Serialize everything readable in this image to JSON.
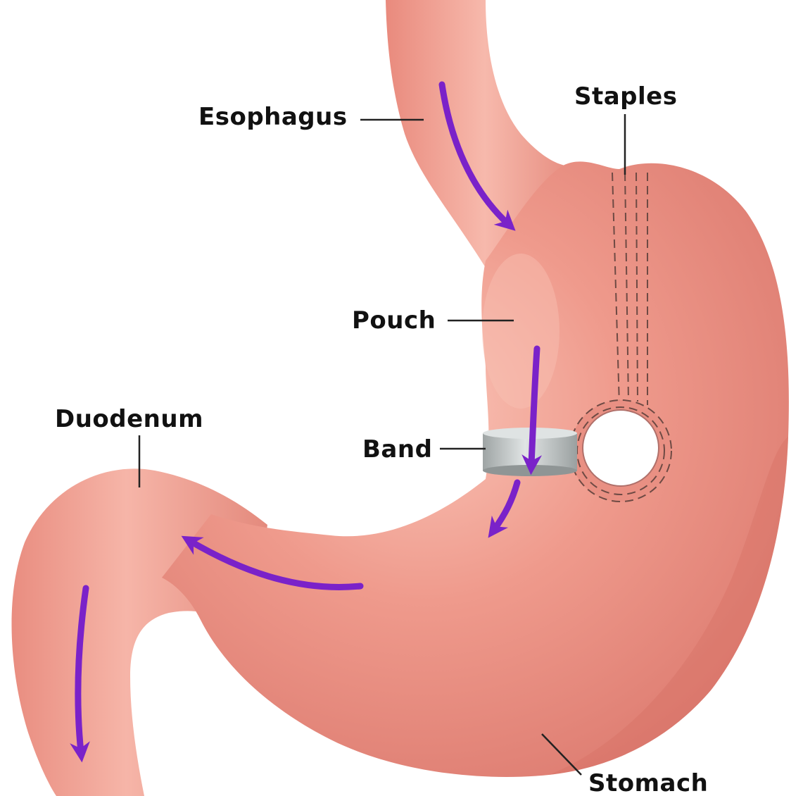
{
  "labels": {
    "esophagus": "Esophagus",
    "staples": "Staples",
    "pouch": "Pouch",
    "duodenum": "Duodenum",
    "band": "Band",
    "stomach": "Stomach"
  },
  "colors": {
    "tissue": "#ec8f82",
    "tissue_light": "#f6b7aa",
    "tissue_dark": "#d9736a",
    "arrow": "#7a22c9",
    "band": "#c4c9c9",
    "staple_line": "#6e4a44",
    "leader_line": "#222222"
  },
  "icons": {
    "flow_arrow": "purple-flow-arrow",
    "band": "gastric-band",
    "staple_ring": "staple-ring"
  }
}
